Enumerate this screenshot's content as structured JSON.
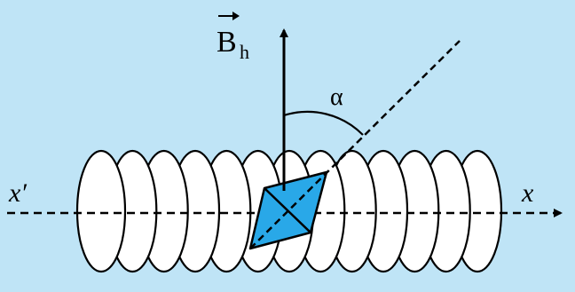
{
  "labels": {
    "field": "B",
    "field_subscript": "h",
    "angle": "α",
    "axis_left": "x′",
    "axis_right": "x"
  },
  "colors": {
    "background": "#bfe4f6",
    "coil_turn_fill": "#ffffff",
    "needle_fill": "#29a8e8",
    "stroke": "#000000"
  },
  "coil": {
    "turns": 13
  }
}
